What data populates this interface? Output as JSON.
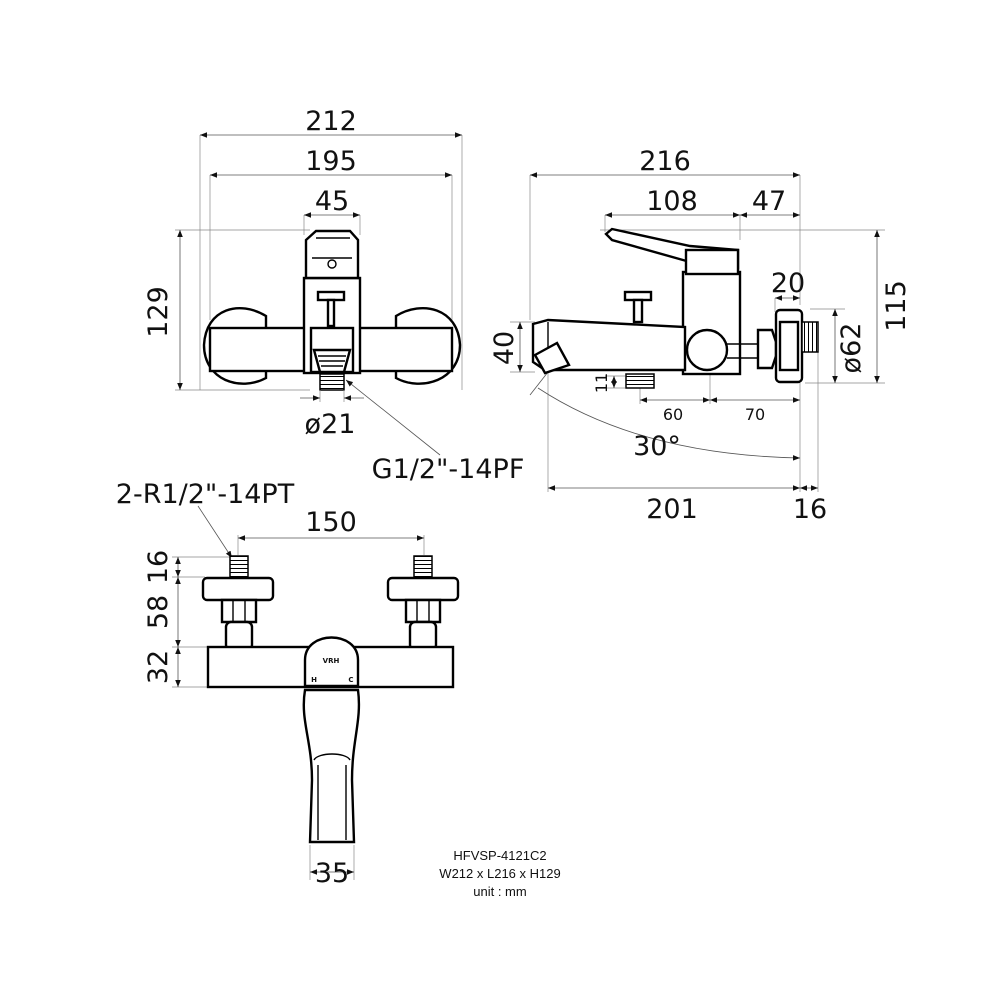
{
  "front_view": {
    "dim_total_width": "212",
    "dim_body_width": "195",
    "dim_handle_width": "45",
    "dim_height": "129",
    "dim_outlet_diameter": "ø21",
    "outlet_thread_spec": "G1/2\"-14PF"
  },
  "side_view": {
    "dim_total_length": "216",
    "dim_handle_length": "108",
    "dim_handle_offset": "47",
    "dim_connector_width": "20",
    "dim_total_height": "115",
    "dim_spout_height": "40",
    "dim_flange_diameter": "ø62",
    "dim_outlet_height": "11",
    "dim_outlet_pos": "60",
    "dim_body_pos": "70",
    "dim_angle": "30°",
    "dim_spout_length": "201",
    "dim_flange_depth": "16"
  },
  "top_view": {
    "inlet_thread_spec": "2-R1/2\"-14PT",
    "dim_inlet_spacing": "150",
    "dim_thread_length": "16",
    "dim_inlet_depth": "58",
    "dim_body_depth": "32",
    "dim_spout_width": "35",
    "brand_mark": "VRH",
    "label_hot": "H",
    "label_cold": "C"
  },
  "spec_block": {
    "model": "HFVSP-4121C2",
    "size": "W212 x L216 x H129",
    "unit": "unit : mm"
  },
  "icons": {
    "arrowhead": "arrowhead-icon",
    "thread": "thread-icon"
  }
}
